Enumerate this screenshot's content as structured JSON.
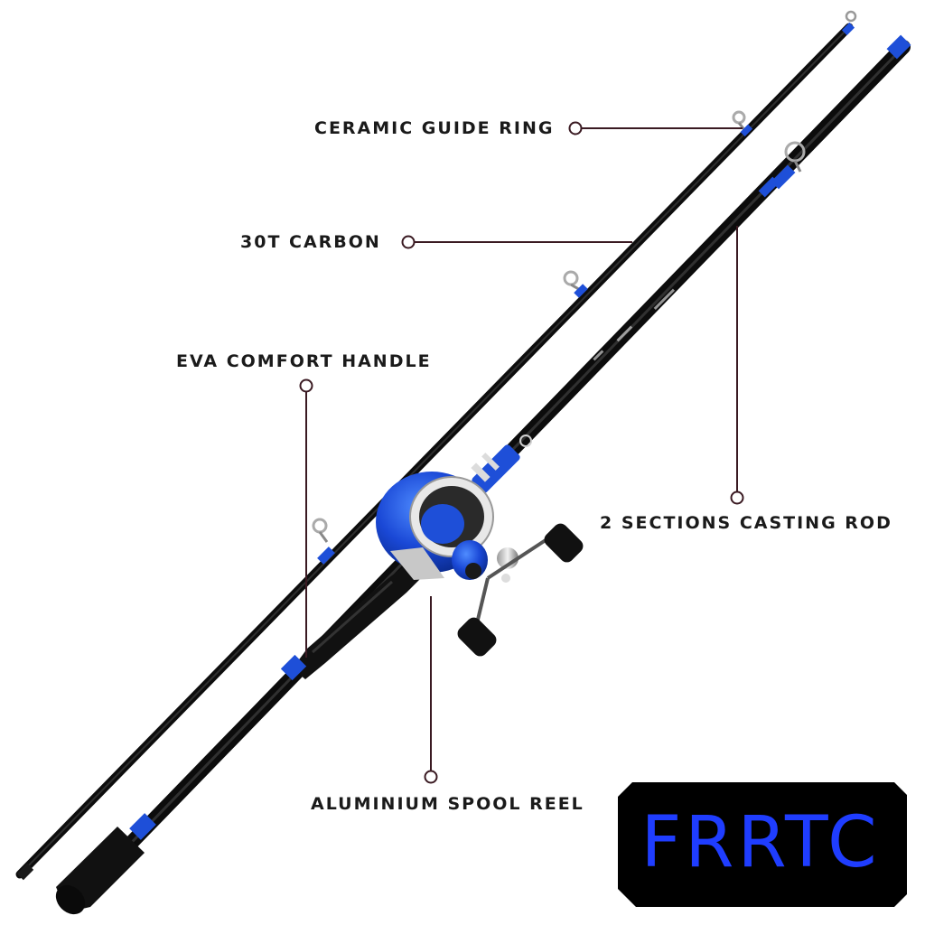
{
  "callouts": {
    "ceramic_guide_ring": "CERAMIC GUIDE RING",
    "carbon": "30T CARBON",
    "eva_handle": "EVA COMFORT HANDLE",
    "sections": "2 SECTIONS CASTING ROD",
    "spool_reel": "ALUMINIUM SPOOL REEL"
  },
  "brand": {
    "name": "FRRTC"
  },
  "colors": {
    "accent_blue": "#1e4fd8",
    "rod_black": "#111111",
    "leader_line": "#3a1a22",
    "brand_bg": "#000000",
    "brand_text": "#1f3dff"
  }
}
